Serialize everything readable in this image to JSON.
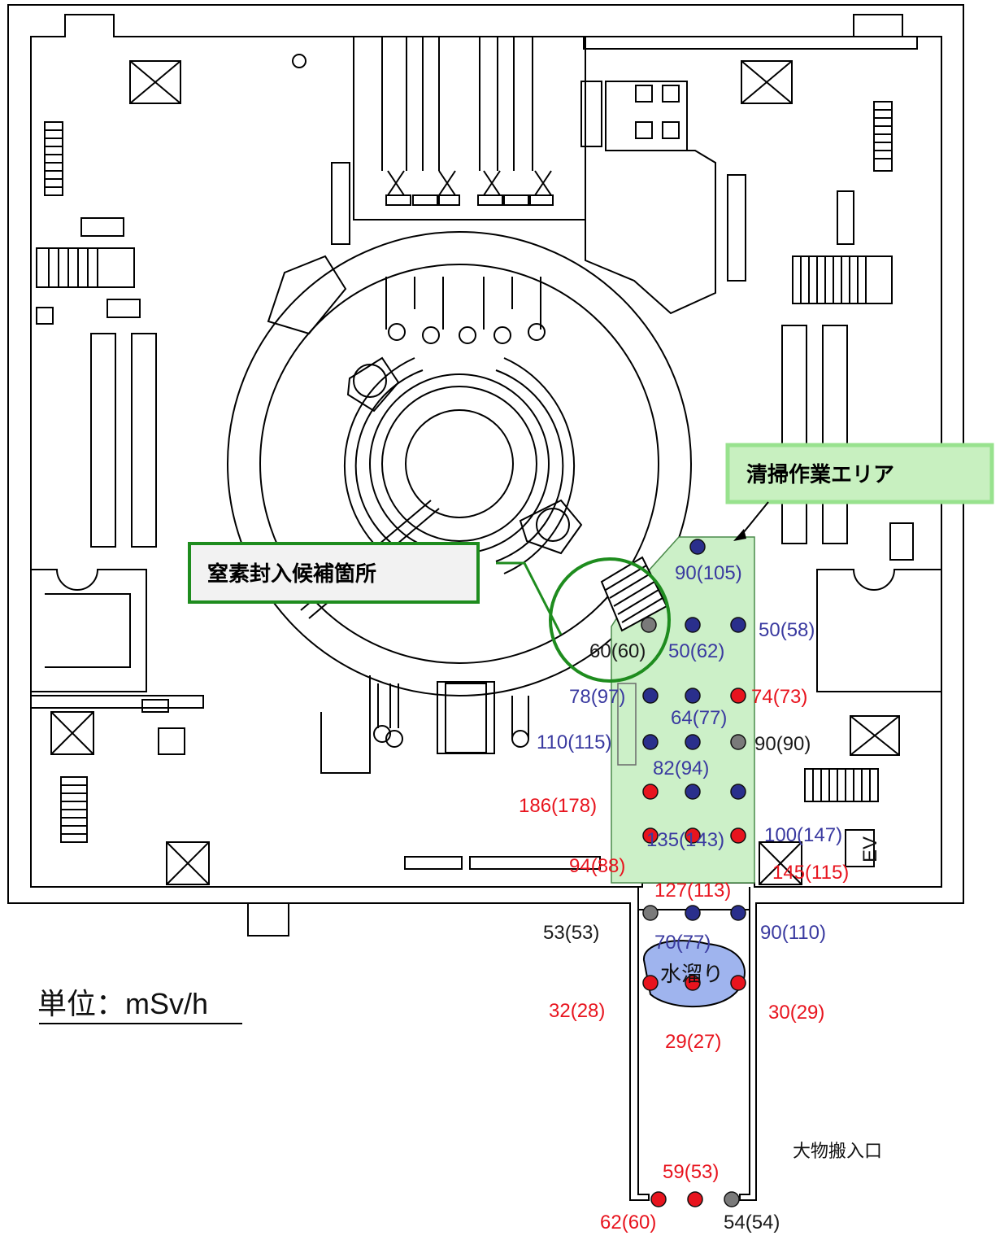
{
  "labels": {
    "cleaning_area": "清掃作業エリア",
    "nitrogen_candidate": "窒素封入候補箇所",
    "unit": "単位：mSv/h",
    "water_pool": "水溜り",
    "large_entrance": "大物搬入口",
    "elevator": "EV"
  },
  "colors": {
    "blue_point": "#2a2f8c",
    "red_point": "#e8141e",
    "gray_point": "#7a7a7a",
    "area_fill": "#ccf0c8",
    "callout_border": "#1e8c1e"
  },
  "readings": [
    {
      "text": "90(105)",
      "color": "blue"
    },
    {
      "text": "50(58)",
      "color": "blue"
    },
    {
      "text": "60(60)",
      "color": "gray"
    },
    {
      "text": "50(62)",
      "color": "blue"
    },
    {
      "text": "78(97)",
      "color": "blue"
    },
    {
      "text": "74(73)",
      "color": "red"
    },
    {
      "text": "64(77)",
      "color": "blue"
    },
    {
      "text": "110(115)",
      "color": "blue"
    },
    {
      "text": "90(90)",
      "color": "gray"
    },
    {
      "text": "82(94)",
      "color": "blue"
    },
    {
      "text": "186(178)",
      "color": "red"
    },
    {
      "text": "135(143)",
      "color": "blue"
    },
    {
      "text": "100(147)",
      "color": "blue"
    },
    {
      "text": "94(88)",
      "color": "red"
    },
    {
      "text": "145(115)",
      "color": "red"
    },
    {
      "text": "127(113)",
      "color": "red"
    },
    {
      "text": "53(53)",
      "color": "gray"
    },
    {
      "text": "70(77)",
      "color": "blue"
    },
    {
      "text": "90(110)",
      "color": "blue"
    },
    {
      "text": "32(28)",
      "color": "red"
    },
    {
      "text": "30(29)",
      "color": "red"
    },
    {
      "text": "29(27)",
      "color": "red"
    },
    {
      "text": "59(53)",
      "color": "red"
    },
    {
      "text": "62(60)",
      "color": "red"
    },
    {
      "text": "54(54)",
      "color": "gray"
    }
  ]
}
